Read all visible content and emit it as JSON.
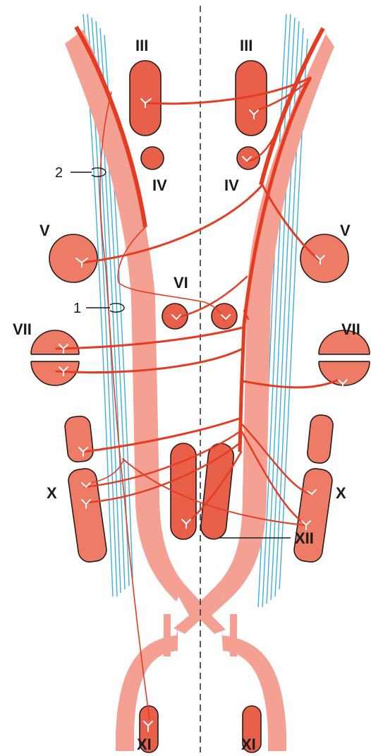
{
  "labels": {
    "III_left": "III",
    "III_right": "III",
    "IV_left": "IV",
    "IV_right": "IV",
    "V_left": "V",
    "V_right": "V",
    "VI": "VI",
    "VII_left": "VII",
    "VII_right": "VII",
    "X_left": "X",
    "X_right": "X",
    "XII": "XII",
    "XI_left": "XI",
    "XI_right": "XI",
    "callout_1": "1",
    "callout_2": "2"
  },
  "colors": {
    "tract_pale": "#f4a193",
    "nucleus_fill": "#e8604a",
    "nucleus_fill_light": "#ee7b66",
    "fiber_red": "#e53c21",
    "fiber_blue": "#39aee0",
    "outline": "#2a1a18",
    "midline": "#333333"
  }
}
